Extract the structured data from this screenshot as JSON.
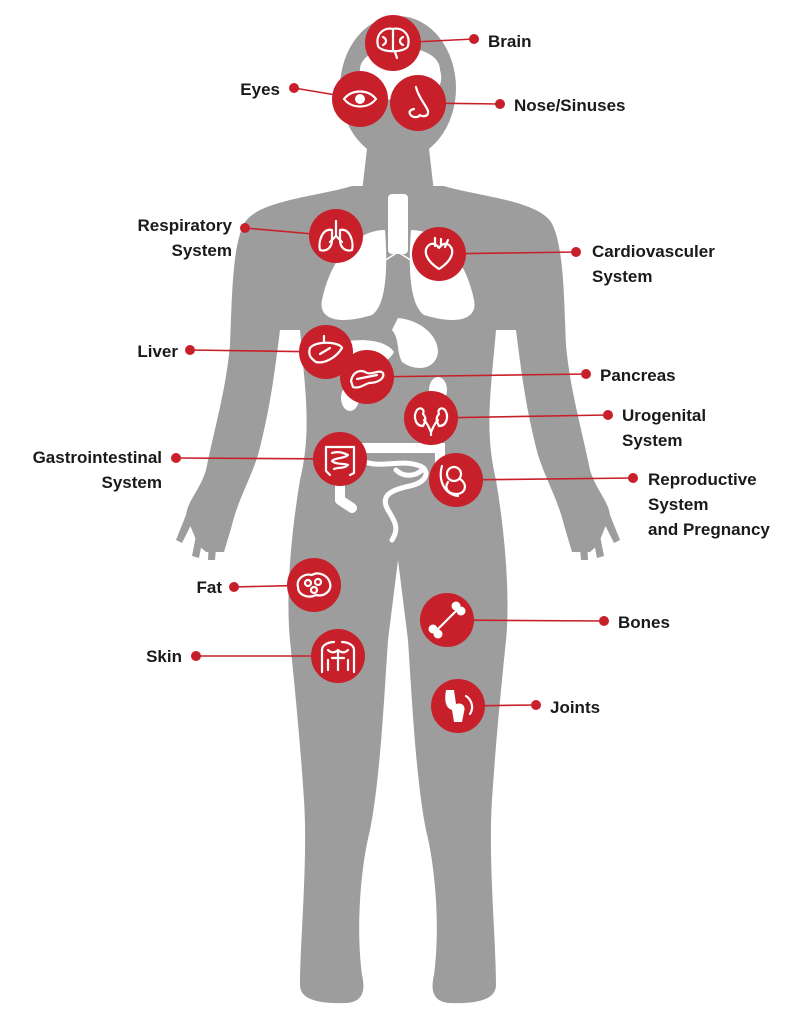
{
  "colors": {
    "accent": "#c8202a",
    "body": "#9d9d9d",
    "organs": "#ffffff",
    "text": "#1a1a1a"
  },
  "callouts": [
    {
      "id": "brain",
      "lines": [
        "Brain"
      ],
      "icon": "brain-icon"
    },
    {
      "id": "eyes",
      "lines": [
        "Eyes"
      ],
      "icon": "eye-icon"
    },
    {
      "id": "nose",
      "lines": [
        "Nose/Sinuses"
      ],
      "icon": "nose-icon"
    },
    {
      "id": "respiratory",
      "lines": [
        "Respiratory",
        "System"
      ],
      "icon": "lungs-icon"
    },
    {
      "id": "cardio",
      "lines": [
        "Cardiovasculer",
        "System"
      ],
      "icon": "heart-icon"
    },
    {
      "id": "liver",
      "lines": [
        "Liver"
      ],
      "icon": "liver-icon"
    },
    {
      "id": "pancreas",
      "lines": [
        "Pancreas"
      ],
      "icon": "pancreas-icon"
    },
    {
      "id": "urogenital",
      "lines": [
        "Urogenital",
        "System"
      ],
      "icon": "kidneys-icon"
    },
    {
      "id": "gi",
      "lines": [
        "Gastrointestinal",
        "System"
      ],
      "icon": "intestine-icon"
    },
    {
      "id": "reproductive",
      "lines": [
        "Reproductive",
        "System",
        "and Pregnancy"
      ],
      "icon": "fetus-icon"
    },
    {
      "id": "fat",
      "lines": [
        "Fat"
      ],
      "icon": "fat-icon"
    },
    {
      "id": "bones",
      "lines": [
        "Bones"
      ],
      "icon": "bone-icon"
    },
    {
      "id": "skin",
      "lines": [
        "Skin"
      ],
      "icon": "torso-icon"
    },
    {
      "id": "joints",
      "lines": [
        "Joints"
      ],
      "icon": "knee-icon"
    }
  ]
}
